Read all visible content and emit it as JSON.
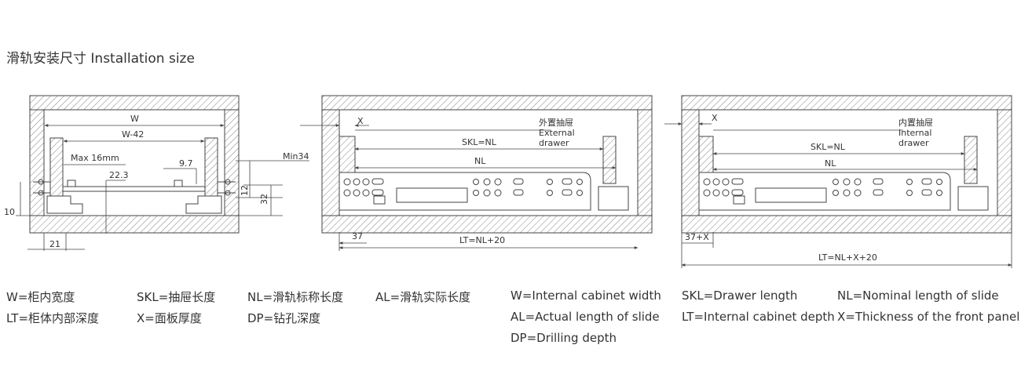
{
  "title": "滑轨安装尺寸 Installation size",
  "front_view": {
    "w": "W",
    "w42": "W-42",
    "max16": "Max 16mm",
    "d223": "22.3",
    "d97": "9.7",
    "min34": "Min34",
    "d12": "12",
    "d32": "32",
    "d10": "10",
    "d21": "21"
  },
  "side_external": {
    "x": "X",
    "label_cn": "外置抽屉",
    "label_en1": "External",
    "label_en2": "drawer",
    "skl": "SKL=NL",
    "nl": "NL",
    "d37": "37",
    "lt": "LT=NL+20"
  },
  "side_internal": {
    "x": "X",
    "label_cn": "内置抽屉",
    "label_en1": "Internal",
    "label_en2": "drawer",
    "skl": "SKL=NL",
    "nl": "NL",
    "d37x": "37+X",
    "lt": "LT=NL+X+20"
  },
  "legend_cn": {
    "row1": [
      "W=柜内宽度",
      "SKL=抽屉长度",
      "NL=滑轨标称长度",
      "AL=滑轨实际长度"
    ],
    "row2": [
      "LT=柜体内部深度",
      "X=面板厚度",
      "DP=钻孔深度"
    ]
  },
  "legend_en": {
    "row1": [
      "W=Internal cabinet width",
      "SKL=Drawer length",
      "NL=Nominal length of slide"
    ],
    "row2": [
      "AL=Actual length of slide",
      "LT=Internal cabinet depth",
      "X=Thickness of the front panel"
    ],
    "row3": [
      "DP=Drilling depth"
    ]
  },
  "colors": {
    "line": "#444444",
    "text": "#333333",
    "background": "#ffffff"
  }
}
